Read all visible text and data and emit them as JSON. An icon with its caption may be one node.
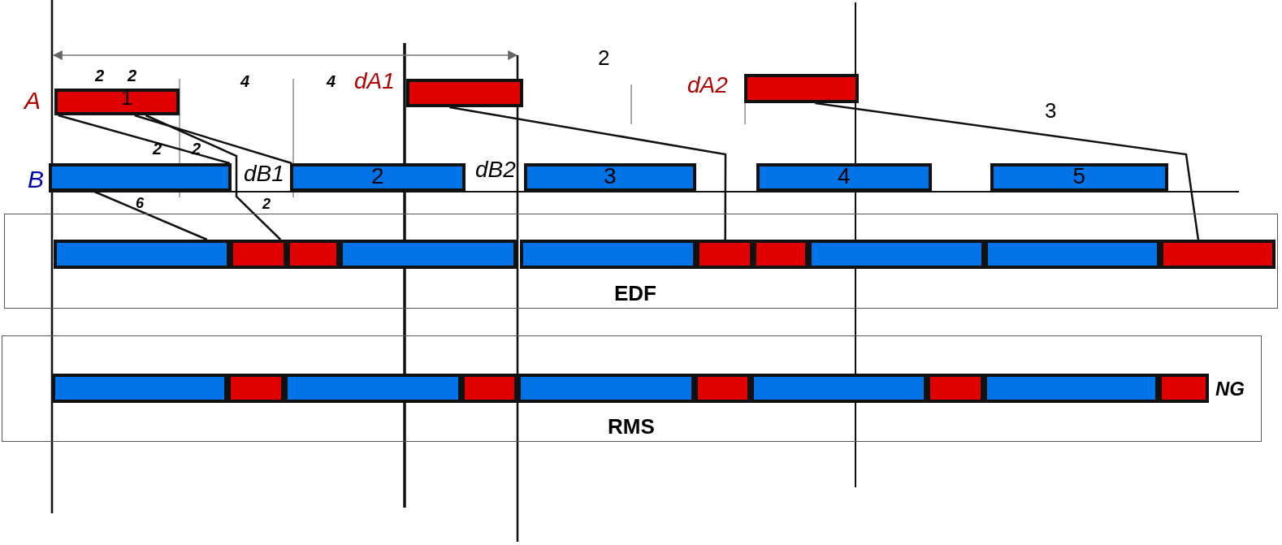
{
  "diagram": {
    "nodes": [
      {
        "text": [
          "1"
        ],
        "beside": [
          "A"
        ]
      },
      {
        "text": [],
        "shape": "bar",
        "beside": [
          "dA1"
        ]
      },
      {
        "text": [],
        "shape": "bar",
        "beside": [
          "dA2"
        ]
      },
      {
        "text": [],
        "shape": "bar",
        "beside": [
          "B"
        ]
      },
      {
        "text": [
          "2"
        ]
      },
      {
        "text": [
          "3"
        ]
      },
      {
        "text": [
          "4"
        ]
      },
      {
        "text": [
          "5"
        ]
      },
      {
        "text": [
          "EDF"
        ]
      },
      {
        "text": [],
        "shape": "bar",
        "in": 8
      },
      {
        "text": [],
        "shape": "bar",
        "in": 8
      },
      {
        "text": [],
        "shape": "bar",
        "in": 8
      },
      {
        "text": [],
        "shape": "bar",
        "in": 8
      },
      {
        "text": [],
        "shape": "bar",
        "in": 8
      },
      {
        "text": [],
        "shape": "bar",
        "in": 8
      },
      {
        "text": [],
        "shape": "bar",
        "in": 8
      },
      {
        "text": [],
        "shape": "bar",
        "in": 8
      },
      {
        "text": [],
        "shape": "bar",
        "in": 8
      },
      {
        "text": [],
        "shape": "bar",
        "in": 8
      },
      {
        "text": [
          "RMS"
        ],
        "beside": [
          "NG"
        ]
      },
      {
        "text": [],
        "shape": "bar",
        "in": 19
      },
      {
        "text": [],
        "shape": "bar",
        "in": 19
      },
      {
        "text": [],
        "shape": "bar",
        "in": 19
      },
      {
        "text": [],
        "shape": "bar",
        "in": 19
      },
      {
        "text": [],
        "shape": "bar",
        "in": 19
      },
      {
        "text": [],
        "shape": "bar",
        "in": 19
      },
      {
        "text": [],
        "shape": "bar",
        "in": 19
      },
      {
        "text": [],
        "shape": "bar",
        "in": 19
      },
      {
        "text": [],
        "shape": "bar",
        "in": 19
      },
      {
        "text": [],
        "shape": "bar",
        "in": 19
      }
    ],
    "edges": [
      {
        "from": 3,
        "to": 9,
        "arrow": "none"
      },
      {
        "from": 0,
        "to": 10,
        "arrow": "none"
      },
      {
        "from": 1,
        "to": 14,
        "arrow": "none"
      },
      {
        "from": 2,
        "to": 18,
        "arrow": "none"
      },
      {
        "from": 0,
        "to": 3,
        "arrow": "none"
      },
      {
        "from": 0,
        "to": 4,
        "arrow": "none"
      }
    ],
    "labels": [
      "2",
      "2",
      "2",
      "4",
      "4",
      "3",
      "2",
      "2",
      "dB1",
      "dB2",
      "6",
      "2"
    ]
  }
}
